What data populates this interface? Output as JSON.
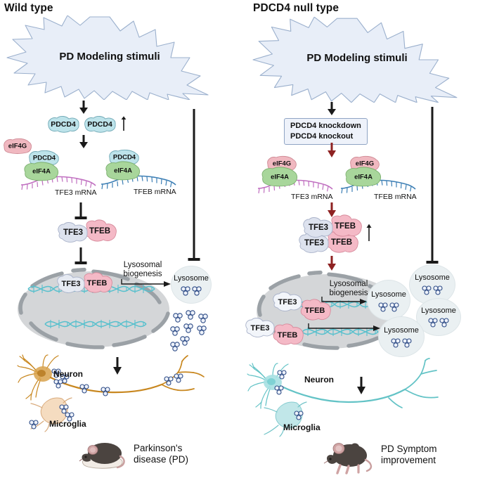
{
  "figure": {
    "panels": [
      {
        "id": "wild-type",
        "title": "Wild type",
        "stimuli_label": "PD Modeling stimuli",
        "pdcd4_label": "PDCD4",
        "eif4g_label": "eIF4G",
        "eif4a_label": "eIF4A",
        "tfe3_label": "TFE3",
        "tfeb_label": "TFEB",
        "tfe3_mrna_label": "TFE3 mRNA",
        "tfeb_mrna_label": "TFEB mRNA",
        "biogenesis_label_line1": "Lysosomal",
        "biogenesis_label_line2": "biogenesis",
        "lysosome_label": "Lysosome",
        "neuron_label": "Neuron",
        "microglia_label": "Microglia",
        "outcome_line1": "Parkinson's",
        "outcome_line2": "disease (PD)",
        "trend_arrow": "up"
      },
      {
        "id": "pdcd4-null-type",
        "title": "PDCD4 null type",
        "stimuli_label": "PD Modeling stimuli",
        "knockdown_line1": "PDCD4 knockdown",
        "knockdown_line2": "PDCD4 knockout",
        "eif4g_label": "eIF4G",
        "eif4a_label": "eIF4A",
        "tfe3_label": "TFE3",
        "tfeb_label": "TFEB",
        "tfe3_mrna_label": "TFE3 mRNA",
        "tfeb_mrna_label": "TFEB mRNA",
        "biogenesis_label_line1": "Lysosomal",
        "biogenesis_label_line2": "biogenesis",
        "lysosome_label": "Lysosome",
        "neuron_label": "Neuron",
        "microglia_label": "Microglia",
        "outcome_line1": "PD Symptom",
        "outcome_line2": "improvement",
        "trend_arrow": "up"
      }
    ],
    "lysosomes_right": [
      {
        "label": "Lysosome"
      },
      {
        "label": "Lysosome"
      },
      {
        "label": "Lysosome"
      },
      {
        "label": "Lysosome"
      }
    ],
    "colors": {
      "burst_fill": "#e8eef8",
      "burst_stroke": "#9bb0cd",
      "pdcd4": "#bde3ea",
      "eif4g": "#f0b8c0",
      "eif4a": "#a8d69b",
      "tfe3": "#dde2ee",
      "tfeb": "#f4b9c6",
      "nucleus_fill": "#d4d6d8",
      "nucleus_border": "#9ba1a6",
      "dna": "#57c0cd",
      "mrna_pink": "#c06fc0",
      "mrna_blue": "#3d7fb5",
      "arrow_dark": "#1a1a1a",
      "arrow_red": "#8e2222",
      "neuron_wt": "#c8871f",
      "neuron_null": "#63c3c6",
      "aggregate": "#2d4b86",
      "lysosome_fill": "#eaf0f2",
      "mouse_wt": "#4b4440",
      "mouse_null": "#4b4440"
    }
  }
}
